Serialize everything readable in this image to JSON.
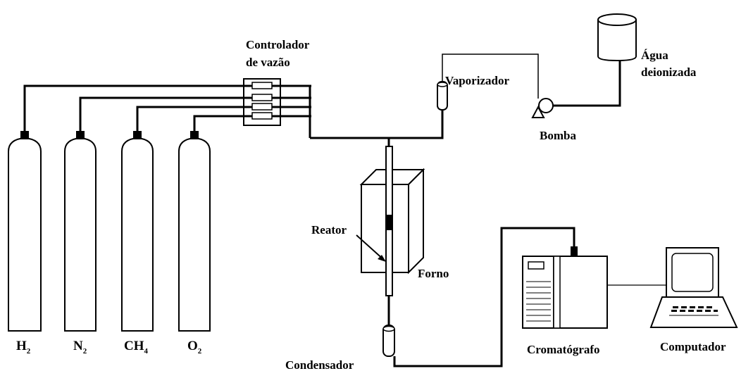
{
  "labels": {
    "controller_line1": "Controlador",
    "controller_line2": "de vazão",
    "vaporizer": "Vaporizador",
    "water_line1": "Água",
    "water_line2": "deionizada",
    "pump": "Bomba",
    "reactor": "Reator",
    "furnace": "Forno",
    "condenser": "Condensador",
    "chromatograph": "Cromatógrafo",
    "computer": "Computador"
  },
  "cylinders": [
    {
      "main": "H",
      "sub": "2"
    },
    {
      "main": "N",
      "sub": "2"
    },
    {
      "main": "CH",
      "sub": "4"
    },
    {
      "main": "O",
      "sub": "2"
    }
  ]
}
